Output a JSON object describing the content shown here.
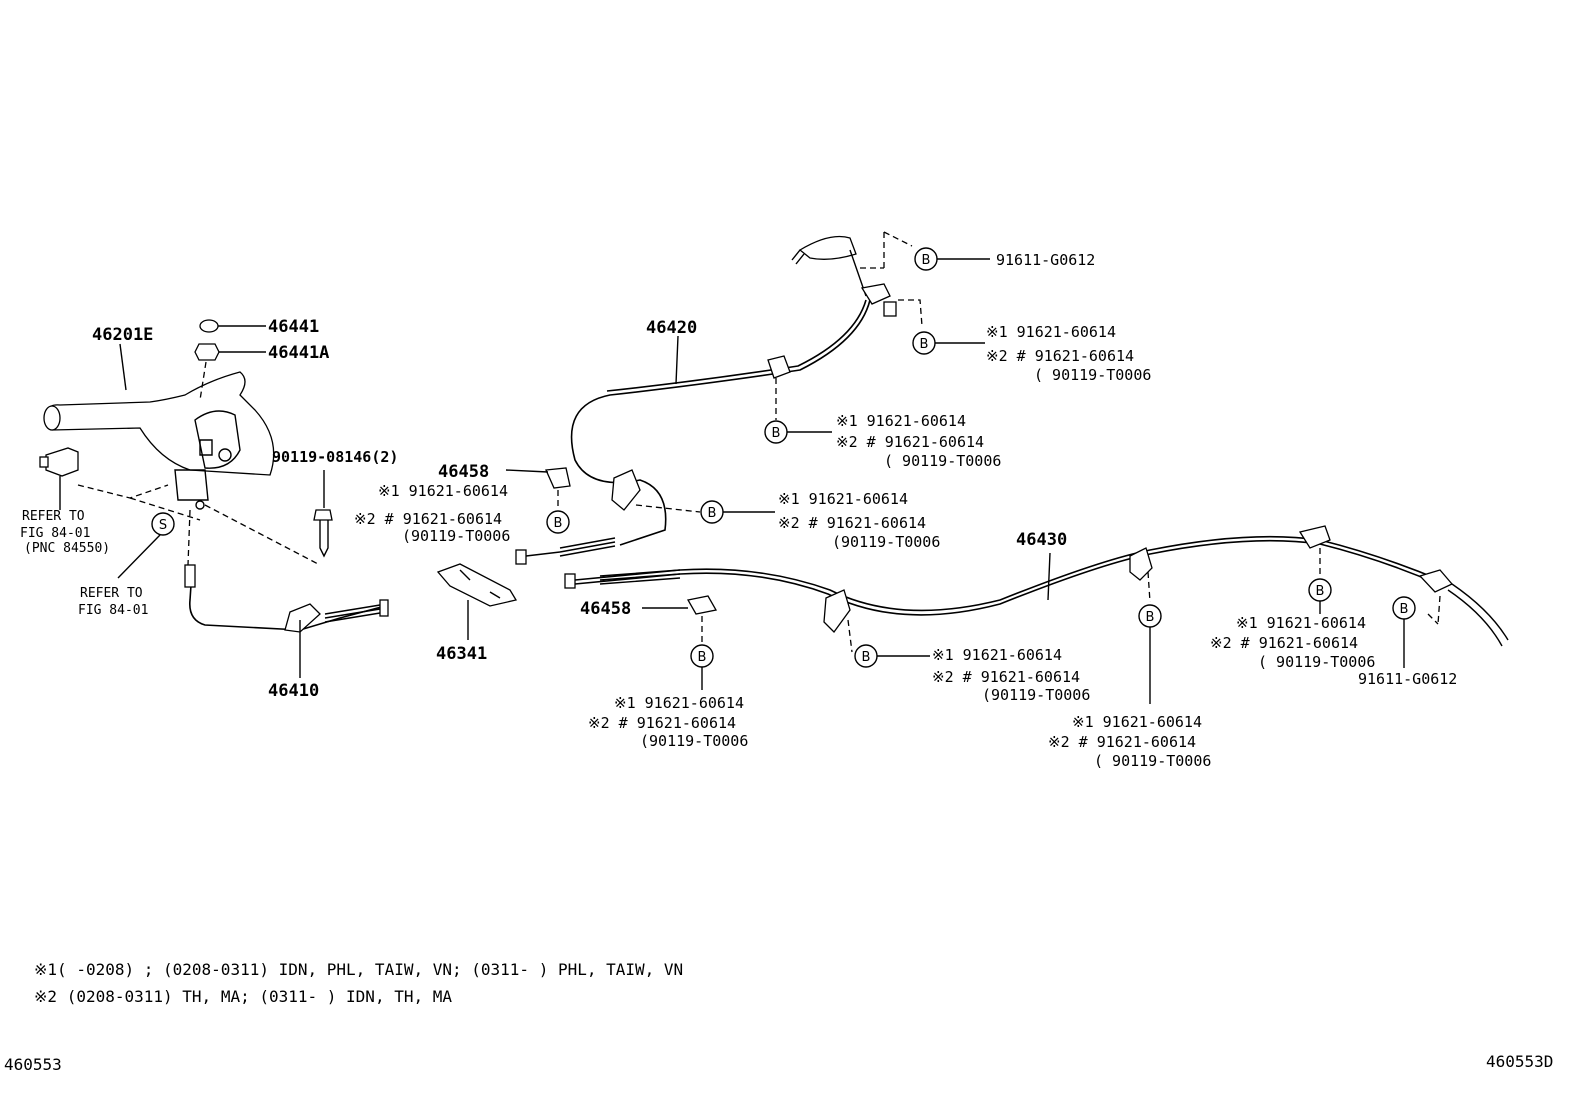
{
  "parts": {
    "lever": "46201E",
    "nut": "46441",
    "nut_a": "46441A",
    "bolt": "90119-08146(2)",
    "front_cable": "46410",
    "rear_cable_lh": "46420",
    "rear_cable_rh": "46430",
    "clamp_upper": "46458",
    "clamp_lower": "46458",
    "bracket": "46341"
  },
  "refs": {
    "ref1_line1": "REFER TO",
    "ref1_line2": "FIG 84-01",
    "ref1_line3": "(PNC 84550)",
    "ref2_line1": "REFER TO",
    "ref2_line2": "FIG 84-01"
  },
  "callout_symbols": {
    "b": "B",
    "s": "S"
  },
  "bolt_codes": {
    "top_right": "91611-G0612",
    "right_end": "91611-G0612"
  },
  "fastener_groups": [
    {
      "l1_prefix": "※1",
      "l1": "91621-60614",
      "l2_prefix": "※2 #",
      "l2": "91621-60614",
      "l3": "( 90119-T0006"
    },
    {
      "l1_prefix": "※1",
      "l1": "91621-60614",
      "l2_prefix": "※2 #",
      "l2": "91621-60614",
      "l3": "( 90119-T0006"
    },
    {
      "l1_prefix": "※1",
      "l1": "91621-60614",
      "l2_prefix": "※2 #",
      "l2": "91621-60614",
      "l3": "(90119-T0006"
    },
    {
      "l1_prefix": "※1",
      "l1": "91621-60614",
      "l2_prefix": "※2 #",
      "l2": "91621-60614",
      "l3": "(90119-T0006"
    },
    {
      "l1_prefix": "※1",
      "l1": "91621-60614",
      "l2_prefix": "※2 #",
      "l2": "91621-60614",
      "l3": "(90119-T0006"
    },
    {
      "l1_prefix": "※1",
      "l1": "91621-60614",
      "l2_prefix": "※2 #",
      "l2": "91621-60614",
      "l3": "(90119-T0006"
    },
    {
      "l1_prefix": "※1",
      "l1": "91621-60614",
      "l2_prefix": "※2 #",
      "l2": "91621-60614",
      "l3": "( 90119-T0006"
    },
    {
      "l1_prefix": "※1",
      "l1": "91621-60614",
      "l2_prefix": "※2 #",
      "l2": "91621-60614",
      "l3": "( 90119-T0006"
    }
  ],
  "notes": {
    "note1_mark": "※1",
    "note1": "(       -0208) ; (0208-0311) IDN, PHL, TAIW, VN; (0311-        ) PHL, TAIW, VN",
    "note2_mark": "※2",
    "note2": "(0208-0311) TH, MA; (0311-        ) IDN, TH, MA"
  },
  "footer": {
    "left_code": "460553",
    "right_code": "460553D"
  }
}
